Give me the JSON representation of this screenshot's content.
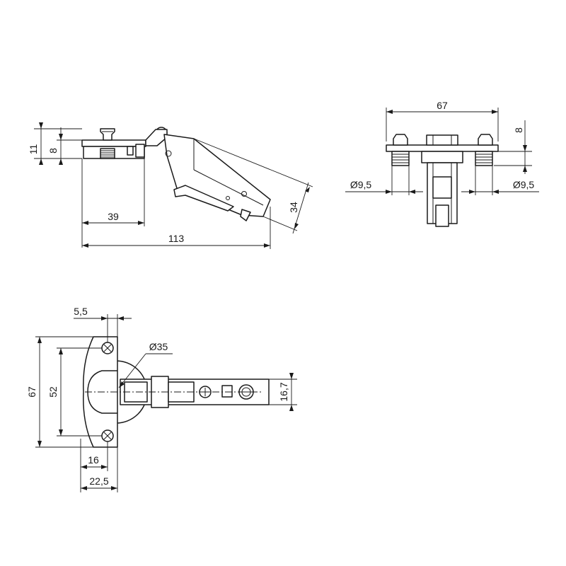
{
  "side_view": {
    "dim_height_total": "11",
    "dim_height_plate": "8",
    "dim_cup_offset": "39",
    "dim_overall_length": "113",
    "dim_arm_height": "34"
  },
  "end_view": {
    "dim_width": "67",
    "dim_height": "8",
    "dim_dowel_left": "Ø9,5",
    "dim_dowel_right": "Ø9,5"
  },
  "plan_view": {
    "dim_edge_offset": "5,5",
    "dim_cup_diameter": "Ø35",
    "dim_plate_height": "67",
    "dim_screw_spacing": "52",
    "dim_cup_edge": "16",
    "dim_plate_depth": "22,5",
    "dim_arm_width": "16,7"
  }
}
